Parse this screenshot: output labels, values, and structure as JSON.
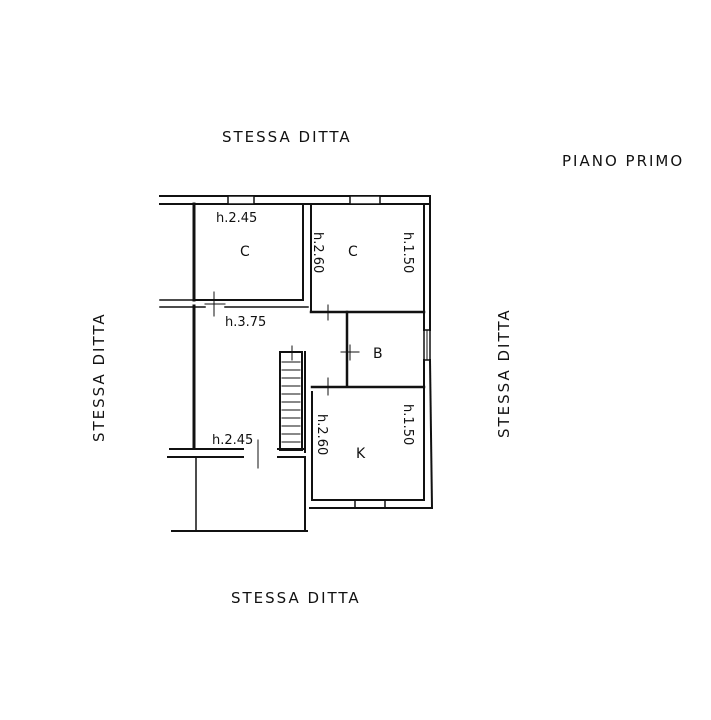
{
  "plan": {
    "title": "PIANO PRIMO",
    "surroundings": {
      "top": "STESSA   DITTA",
      "bottom": "STESSA   DITTA",
      "left": "STESSA    DITTA",
      "right": "STESSA    DITTA"
    },
    "rooms": [
      {
        "label": "C",
        "height": "h.2.45"
      },
      {
        "label": "C",
        "height": "h.2.60",
        "height2": "h.1.50"
      },
      {
        "label": "B"
      },
      {
        "label": "K",
        "height": "h.2.60",
        "height2": "h.1.50"
      }
    ],
    "other_heights": {
      "hall": "h.3.75",
      "landing": "h.2.45"
    }
  }
}
